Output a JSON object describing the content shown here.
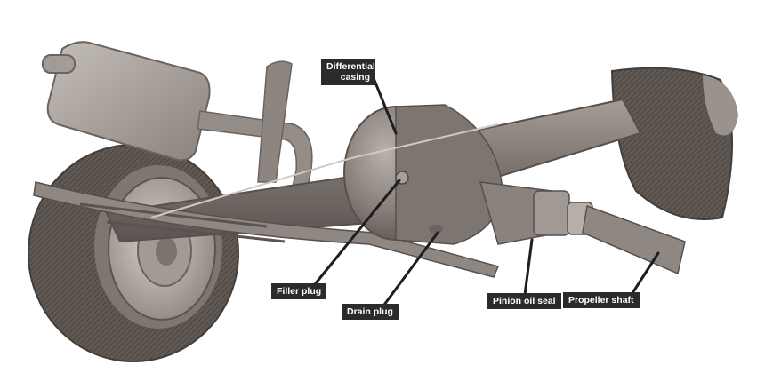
{
  "labels": {
    "differential_casing": {
      "line1": "Differential",
      "line2": "casing"
    },
    "filler_plug": "Filler plug",
    "drain_plug": "Drain plug",
    "pinion_oil_seal": "Pinion oil seal",
    "propeller_shaft": "Propeller shaft"
  },
  "colors": {
    "background": "#ffffff",
    "label_bg": "#2b2b2b",
    "label_text": "#ffffff",
    "leader_line": "#1e1e1e",
    "metal_dark": "#6e6661",
    "metal_mid": "#948c86",
    "metal_light": "#b7b0ab",
    "tyre": "#5f5853"
  },
  "icons": [
    "rear-axle-assembly-illustration"
  ]
}
